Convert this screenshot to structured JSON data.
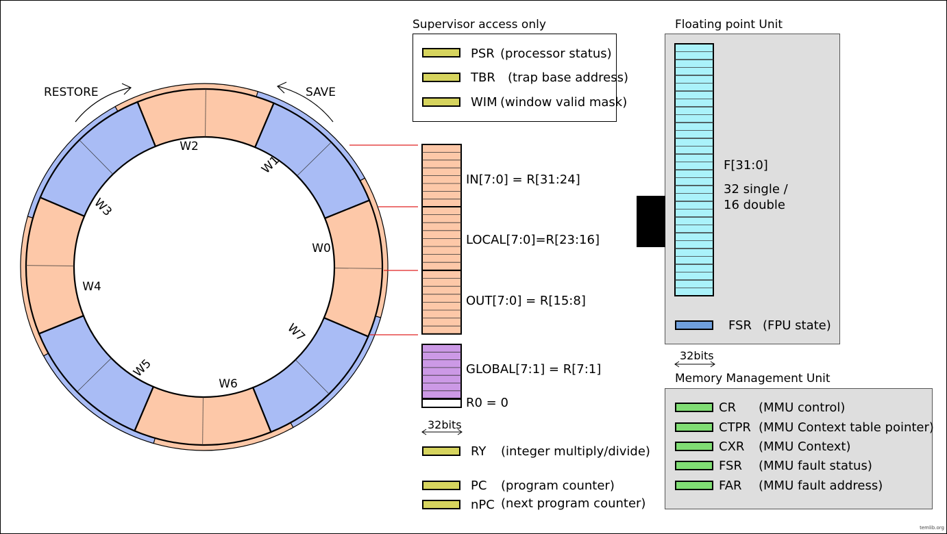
{
  "colors": {
    "local_fill": "#fdc8a8",
    "window_blue": "#a9bcf5",
    "supervisor_reg": "#d6d45e",
    "global_fill": "#cc99e6",
    "fpu_reg": "#aaf2fa",
    "fsr_fill": "#6f9fdc",
    "mmu_reg": "#80dd74",
    "panel_gray": "#dedede",
    "pointer_line": "#e02020"
  },
  "ring": {
    "restore_label": "RESTORE",
    "save_label": "SAVE",
    "windows": [
      "W0",
      "W1",
      "W2",
      "W3",
      "W4",
      "W5",
      "W6",
      "W7"
    ]
  },
  "supervisor": {
    "title": "Supervisor access only",
    "registers": [
      {
        "name": "PSR",
        "desc": "(processor status)"
      },
      {
        "name": "TBR",
        "desc": "(trap base address)"
      },
      {
        "name": "WIM",
        "desc": "(window valid mask)"
      }
    ]
  },
  "register_file": {
    "in_label": "IN[7:0] = R[31:24]",
    "local_label": "LOCAL[7:0]=R[23:16]",
    "out_label": "OUT[7:0] = R[15:8]",
    "global_label": "GLOBAL[7:1] = R[7:1]",
    "r0_label": "R0 = 0",
    "width_label": "32bits"
  },
  "special_registers": [
    {
      "name": "RY",
      "desc": "(integer multiply/divide)"
    },
    {
      "name": "PC",
      "desc": "(program counter)"
    },
    {
      "name": "nPC",
      "desc": "(next program counter)"
    }
  ],
  "fpu": {
    "title": "Floating point Unit",
    "registers_label": "F[31:0]",
    "desc_line1": "32 single /",
    "desc_line2": "16 double",
    "fsr_name": "FSR",
    "fsr_desc": "(FPU state)",
    "width_label": "32bits"
  },
  "mmu": {
    "title": "Memory Management Unit",
    "registers": [
      {
        "name": "CR",
        "desc": "(MMU control)"
      },
      {
        "name": "CTPR",
        "desc": "(MMU Context table pointer)"
      },
      {
        "name": "CXR",
        "desc": "(MMU Context)"
      },
      {
        "name": "FSR",
        "desc": "(MMU fault status)"
      },
      {
        "name": "FAR",
        "desc": "(MMU fault address)"
      }
    ]
  },
  "footer": {
    "credit": "temlib.org"
  }
}
